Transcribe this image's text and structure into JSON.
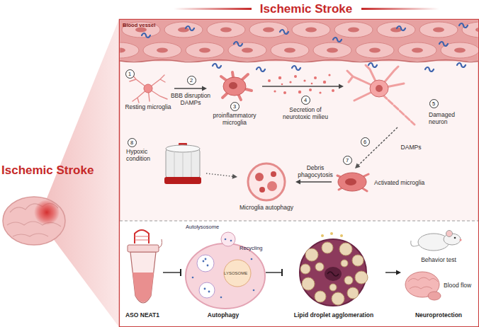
{
  "diagram": {
    "title": "Ischemic Stroke",
    "nodes": [
      {
        "text": [
          "Resting microglia"
        ]
      },
      {
        "text": [
          "proinflammatory microglia"
        ]
      },
      {
        "text": [
          "Damaged neuron"
        ]
      },
      {
        "text": [
          "Activated microglia"
        ]
      },
      {
        "text": [
          "Microglia autophagy"
        ]
      },
      {
        "text": [
          "Hypoxic condition"
        ]
      },
      {
        "text": [
          "ASO NEAT1"
        ]
      },
      {
        "text": [
          "Autophagy"
        ]
      },
      {
        "text": [
          "Lipid droplet agglomeration"
        ]
      },
      {
        "text": [
          "Neuroprotection"
        ]
      },
      {
        "text": [
          "Behavior test"
        ],
        "in": 9
      },
      {
        "text": [
          "Blood flow"
        ],
        "in": 9
      }
    ],
    "edges": [
      {
        "from": 0,
        "to": 1,
        "label": "BBB disruption DAMPs",
        "arrow": "to"
      },
      {
        "from": 1,
        "to": 2,
        "label": "Secretion of neurotoxic milieu",
        "arrow": "to"
      },
      {
        "from": 2,
        "to": 3,
        "label": "DAMPs",
        "arrow": "to"
      },
      {
        "from": 3,
        "to": 4,
        "label": "Debris phagocytosis",
        "arrow": "to"
      },
      {
        "from": 5,
        "to": 4,
        "arrow": "to"
      },
      {
        "from": 6,
        "to": 7,
        "arrow": "to"
      },
      {
        "from": 7,
        "to": 8,
        "arrow": "to"
      },
      {
        "from": 8,
        "to": 9,
        "arrow": "to"
      }
    ],
    "labels": [
      "Ischemic Stroke",
      "Blood vessel",
      "1",
      "2",
      "3",
      "4",
      "5",
      "6",
      "7",
      "8",
      "Autolysosome",
      "Recycling",
      "LYSOSOME"
    ]
  }
}
